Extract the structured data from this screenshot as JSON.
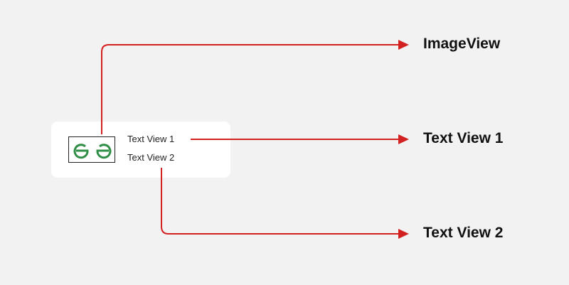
{
  "diagram": {
    "card": {
      "logo_icon": "geeksforgeeks-logo-icon",
      "text_view_1": "Text View 1",
      "text_view_2": "Text View 2"
    },
    "callouts": {
      "image_view": "ImageView",
      "text_view_1": "Text View 1",
      "text_view_2": "Text View 2"
    },
    "colors": {
      "background": "#f2f2f2",
      "card": "#ffffff",
      "arrow": "#d32020",
      "logo_green": "#2f8d46"
    }
  }
}
